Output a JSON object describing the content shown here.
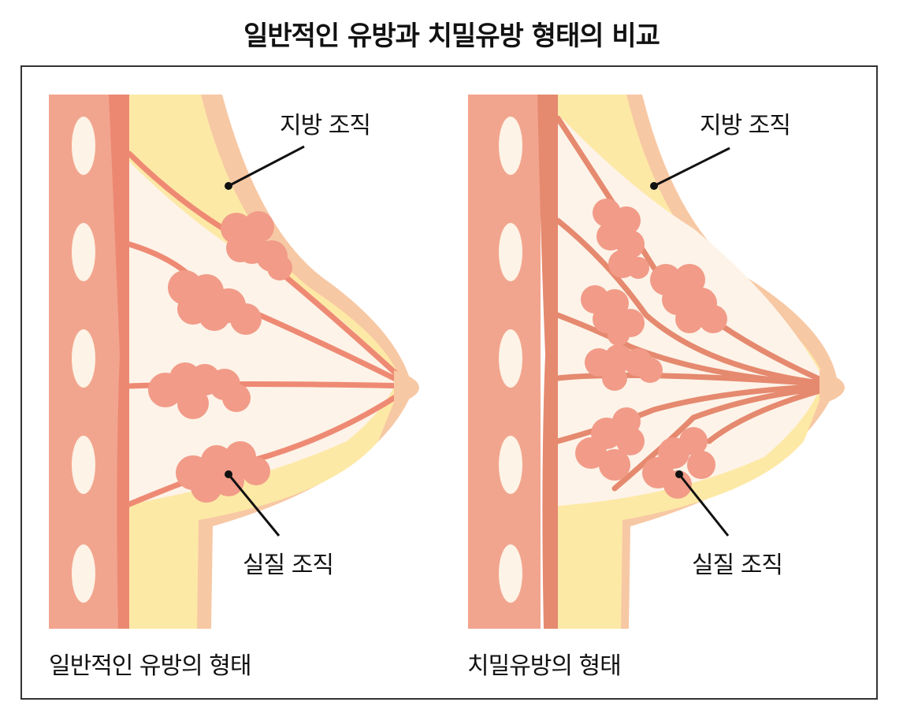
{
  "title": "일반적인 유방과 치밀유방 형태의 비교",
  "colors": {
    "muscle": "#f2a58e",
    "muscle_band": "#ec8872",
    "muscle_band_dense": "#e5896f",
    "rib": "#fdf3e6",
    "fat": "#fde9a6",
    "skin": "#f7c8a4",
    "stroma": "#fdf3e8",
    "duct": "#ee8a74",
    "lobule": "#f19b88",
    "leader": "#111111",
    "frame": "#333333"
  },
  "panels": [
    {
      "id": "normal",
      "caption": "일반적인 유방의 형태",
      "labels": {
        "fat": "지방 조직",
        "parenchyma": "실질 조직"
      }
    },
    {
      "id": "dense",
      "caption": "치밀유방의 형태",
      "labels": {
        "fat": "지방 조직",
        "parenchyma": "실질 조직"
      }
    }
  ]
}
